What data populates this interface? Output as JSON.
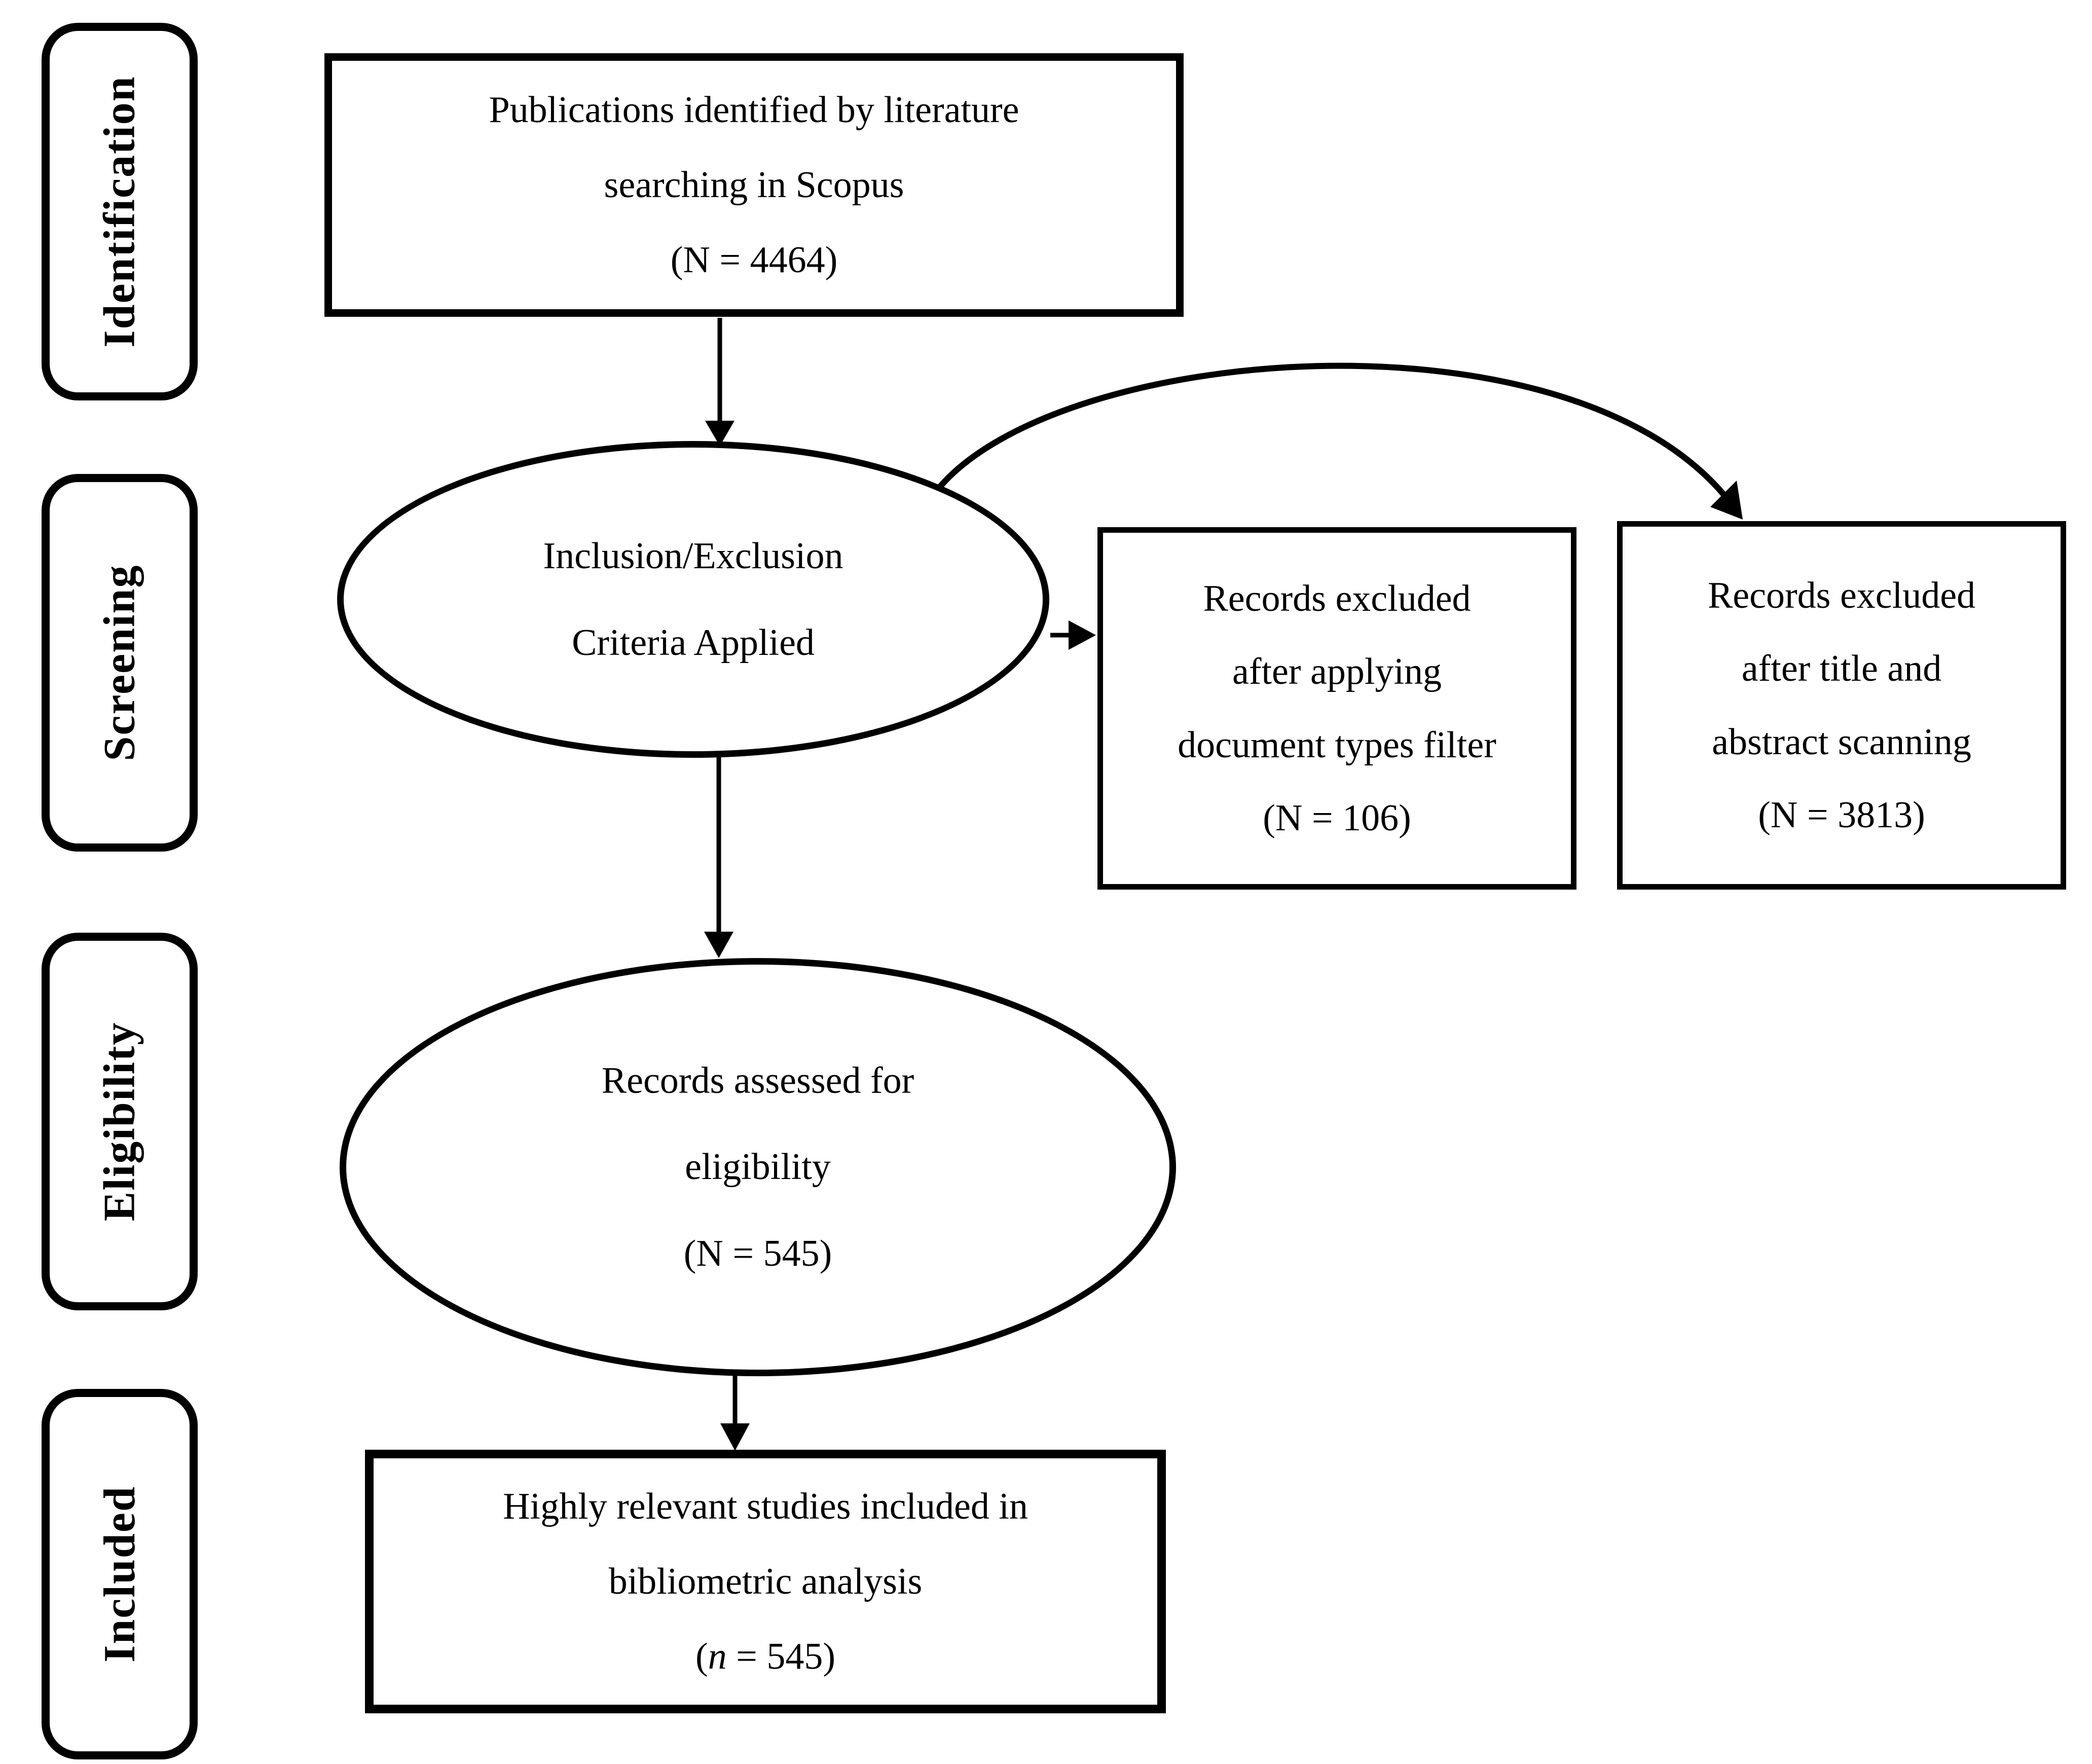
{
  "sidebar": {
    "stages": [
      {
        "label": "Identification"
      },
      {
        "label": "Screening"
      },
      {
        "label": "Eligibility"
      },
      {
        "label": "Included"
      }
    ]
  },
  "nodes": {
    "identified": {
      "lines": [
        "Publications identified by literature",
        "searching in Scopus",
        "(N = 4464)"
      ]
    },
    "criteria": {
      "lines": [
        "Inclusion/Exclusion",
        "Criteria Applied"
      ]
    },
    "excluded_doctypes": {
      "lines": [
        "Records excluded",
        "after applying",
        "document types filter",
        "(N = 106)"
      ]
    },
    "excluded_title_abstract": {
      "lines": [
        "Records excluded",
        "after title and",
        "abstract scanning",
        "(N = 3813)"
      ]
    },
    "assessed": {
      "lines": [
        "Records assessed for",
        "eligibility",
        "(N = 545)"
      ]
    },
    "included": {
      "lines": [
        "Highly relevant studies included in",
        "bibliometric analysis"
      ],
      "count": {
        "open": "(",
        "variable": "n",
        "rest": " = 545)"
      }
    }
  },
  "colors": {
    "ink": "#000000",
    "background": "#ffffff"
  }
}
